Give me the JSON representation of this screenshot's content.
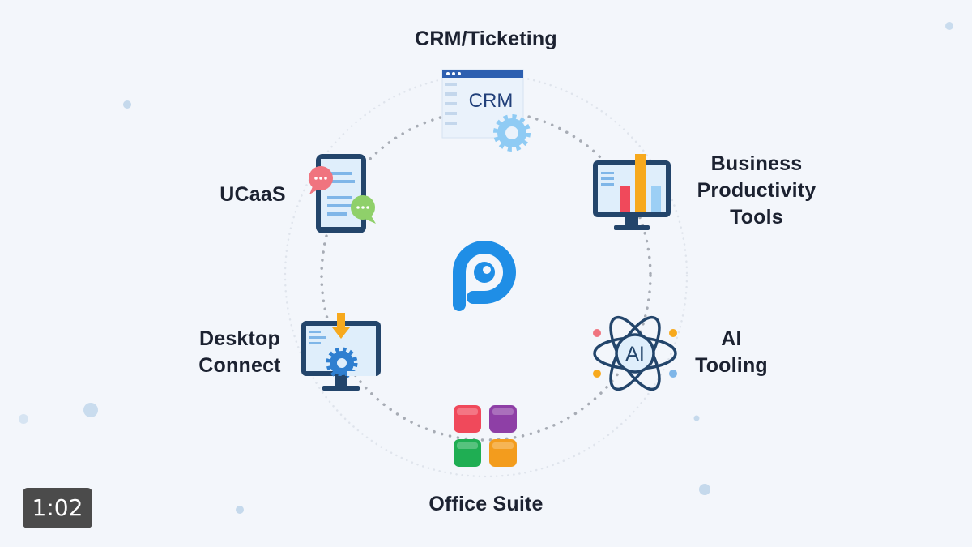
{
  "center_logo": {
    "icon": "brand-p-logo",
    "color": "#1f8ee6"
  },
  "nodes": {
    "crm": {
      "label_lines": [
        "CRM/Ticketing"
      ],
      "icon": "crm-window-gear",
      "icon_text": "CRM"
    },
    "business": {
      "label_lines": [
        "Business",
        "Productivity",
        "Tools"
      ],
      "icon": "monitor-bar-chart"
    },
    "ucaas": {
      "label_lines": [
        "UCaaS"
      ],
      "icon": "phone-chat-bubbles"
    },
    "desktop": {
      "label_lines": [
        "Desktop",
        "Connect"
      ],
      "icon": "monitor-download-gear"
    },
    "ai": {
      "label_lines": [
        "AI",
        "Tooling"
      ],
      "icon": "ai-atom",
      "icon_text": "AI"
    },
    "office": {
      "label_lines": [
        "Office Suite"
      ],
      "icon": "app-tile-grid"
    }
  },
  "video_timer": {
    "text": "1:02"
  },
  "colors": {
    "background": "#f3f6fb",
    "label_text": "#1c2231",
    "brand_blue": "#1f8ee6",
    "icon_navy": "#23456b",
    "tile_red": "#f0495b",
    "tile_purple": "#8e3fa6",
    "tile_green": "#1fae53",
    "tile_orange": "#f39c1d"
  }
}
